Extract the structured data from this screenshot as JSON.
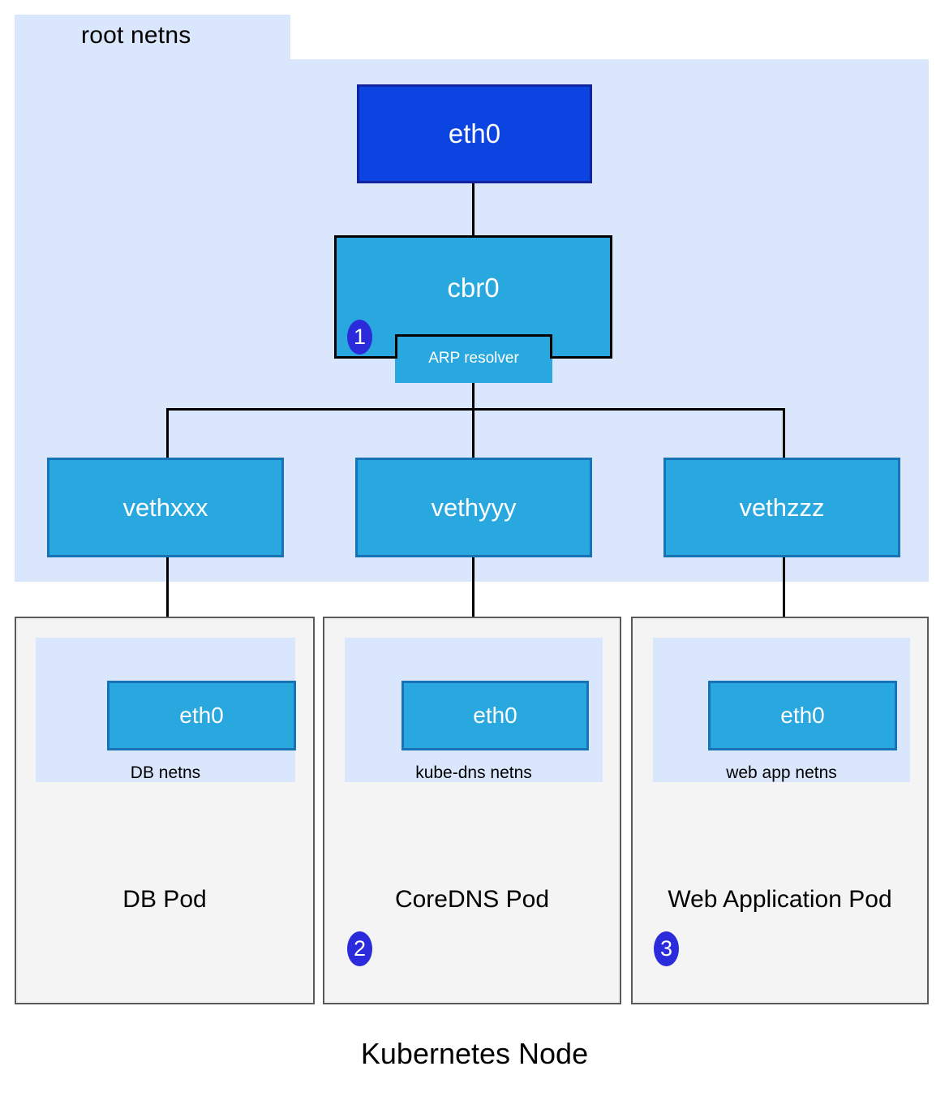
{
  "diagram": {
    "title": "Kubernetes Node",
    "root_namespace": {
      "label": "root netns",
      "host_nic": {
        "label": "eth0"
      },
      "bridge": {
        "label": "cbr0",
        "sub_component": {
          "label": "ARP resolver"
        },
        "badge": "1"
      },
      "veth_pairs": [
        {
          "label": "vethxxx"
        },
        {
          "label": "vethyyy"
        },
        {
          "label": "vethzzz"
        }
      ]
    },
    "pods": [
      {
        "title": "DB Pod",
        "netns_label": "DB netns",
        "interface_label": "eth0",
        "badge": ""
      },
      {
        "title": "CoreDNS Pod",
        "netns_label": "kube-dns netns",
        "interface_label": "eth0",
        "badge": "2"
      },
      {
        "title": "Web Application Pod",
        "netns_label": "web app netns",
        "interface_label": "eth0",
        "badge": "3"
      }
    ],
    "colors": {
      "root_netns_fill": "#d9e6fb",
      "host_nic_fill": "#0b44e0",
      "host_nic_border": "#12239e",
      "bridge_fill": "#29a8e0",
      "veth_fill": "#29a8e0",
      "veth_border": "#1773b5",
      "pod_fill": "#f4f4f4",
      "pod_border": "#5a5a5a",
      "badge_fill": "#2b2bdb",
      "connector": "#000000",
      "text_on_blue": "#ffffff",
      "text_default": "#000000"
    }
  }
}
